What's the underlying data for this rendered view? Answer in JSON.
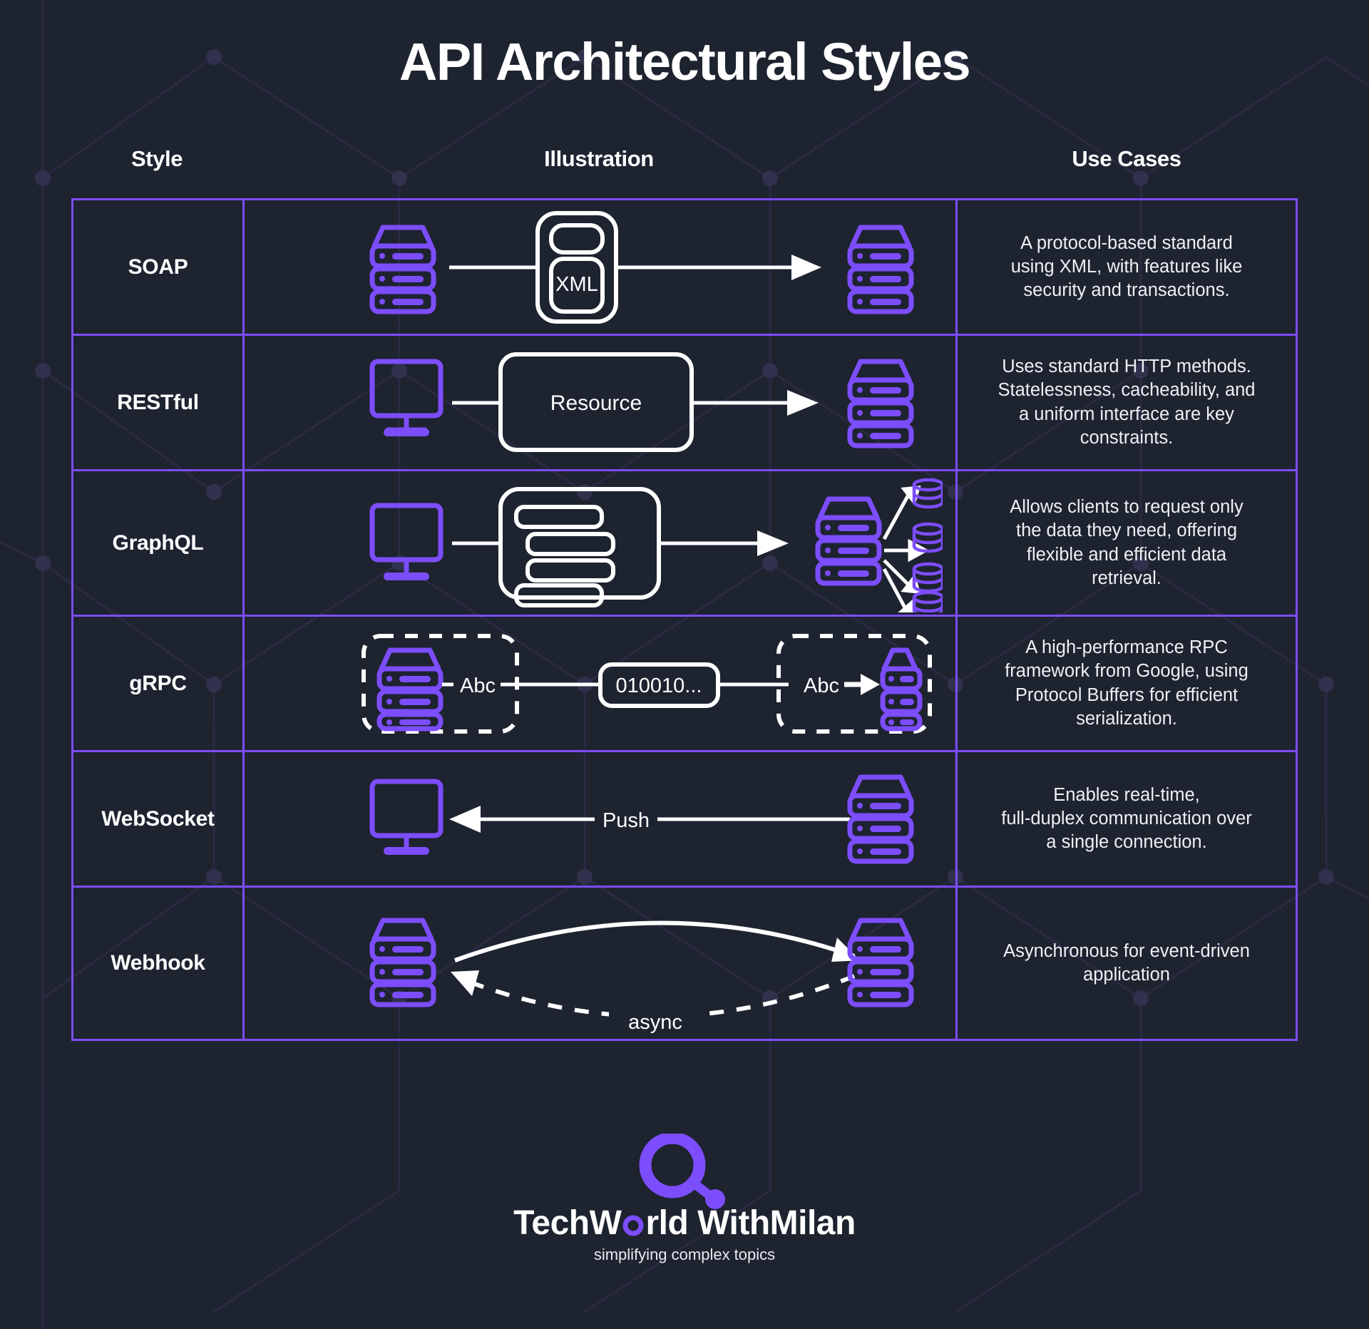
{
  "title": "API Architectural Styles",
  "theme": {
    "background": "#1e2330",
    "accent_purple": "#7c4dfb",
    "line_white": "#ffffff",
    "text_light": "#eef0f4"
  },
  "columns": {
    "style": "Style",
    "illustration": "Illustration",
    "use_cases": "Use Cases"
  },
  "rows": [
    {
      "style": "SOAP",
      "use_case": "A protocol-based standard\nusing XML, with features like\nsecurity and transactions.",
      "illustration": {
        "type": "server-envelope-server",
        "left_icon": "server-icon",
        "middle_label": "XML",
        "middle_icon": "xml-envelope-icon",
        "right_icon": "server-icon",
        "arrow": "arrow-right"
      }
    },
    {
      "style": "RESTful",
      "use_case": "Uses standard HTTP methods.\nStatelessness, cacheability, and\na uniform interface are key\nconstraints.",
      "illustration": {
        "type": "monitor-resource-server",
        "left_icon": "monitor-icon",
        "middle_label": "Resource",
        "right_icon": "server-icon",
        "arrow": "arrow-right"
      }
    },
    {
      "style": "GraphQL",
      "use_case": "Allows clients to request only\nthe data they need, offering\nflexible and efficient data\nretrieval.",
      "illustration": {
        "type": "monitor-query-server-databases",
        "left_icon": "monitor-icon",
        "middle_icon": "query-document-icon",
        "right_icon": "server-icon",
        "database_count": 4,
        "database_icon": "database-icon",
        "arrow": "arrow-right"
      }
    },
    {
      "style": "gRPC",
      "use_case": "A high-performance RPC\nframework from Google, using\nProtocol Buffers for efficient\nserialization.",
      "illustration": {
        "type": "grpc-serialization",
        "left_icon": "server-icon",
        "left_label": "Abc",
        "middle_label": "010010...",
        "right_label": "Abc",
        "right_icon": "server-icon",
        "boundary": "dashed-box"
      }
    },
    {
      "style": "WebSocket",
      "use_case": "Enables real-time,\nfull-duplex communication over\na single connection.",
      "illustration": {
        "type": "server-push-monitor",
        "left_icon": "monitor-icon",
        "middle_label": "Push",
        "right_icon": "server-icon",
        "arrow": "arrow-left"
      }
    },
    {
      "style": "Webhook",
      "use_case": "Asynchronous for event-driven\napplication",
      "illustration": {
        "type": "server-arc-server",
        "left_icon": "server-icon",
        "right_icon": "server-icon",
        "return_label": "async",
        "solid_arc": "arrow-right-arc",
        "dashed_arc": "arrow-left-arc-dashed"
      }
    }
  ],
  "footer": {
    "logo_icon": "techworld-node-logo",
    "brand_line_1": "TechW",
    "brand_line_1_rest": "rld",
    "brand_line_2": "WithMilan",
    "tagline": "simplifying complex topics"
  }
}
